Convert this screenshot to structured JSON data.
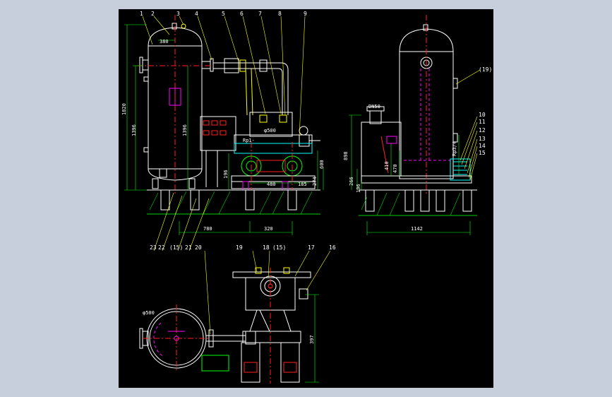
{
  "colors": {
    "bg": "#c7cfdc",
    "sheet": "#000000",
    "outline": "#ffffff",
    "dim": "#00ff00",
    "leader": "#ffff00",
    "center": "#ff2020",
    "hidden": "#ff00ff",
    "hatch": "#00cc00",
    "aux": "#00ffff"
  },
  "balloons_top": [
    "1",
    "2",
    "3",
    "4",
    "5",
    "6",
    "7",
    "8",
    "9"
  ],
  "balloon_19": "(19)",
  "balloons_right": [
    "10",
    "11",
    "12",
    "13",
    "14",
    "15"
  ],
  "balloons_plan_left": [
    "23",
    "22",
    "(15)",
    "21",
    "20"
  ],
  "balloons_plan_right": [
    "19",
    "18",
    "(15)",
    "17",
    "16"
  ],
  "dims_front": {
    "d380": "380",
    "d1820": "1820",
    "d1396a": "1396",
    "d1396b": "1396",
    "d196": "196",
    "d780": "780",
    "d320": "320",
    "d480": "480",
    "d185": "185",
    "d274": "274",
    "d600": "600",
    "dn500": "φ500",
    "rp": "Rp1-"
  },
  "dims_side": {
    "dn50": "DN50",
    "d898": "898",
    "d266": "266",
    "d196": "196",
    "d410": "410",
    "d470": "470",
    "d1142": "1142",
    "rp": "Rp3/4"
  },
  "dims_plan": {
    "d500": "φ500",
    "d397": "397"
  }
}
